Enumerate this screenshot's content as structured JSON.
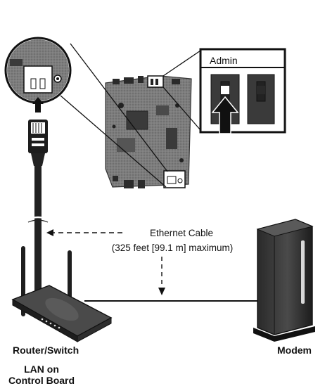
{
  "labels": {
    "lan_line1": "LAN on",
    "lan_line2": "Control Board",
    "admin": "Admin",
    "cable_line1": "Ethernet Cable",
    "cable_line2": "(325 feet [99.1 m] maximum)",
    "router": "Router/Switch",
    "modem": "Modem"
  }
}
